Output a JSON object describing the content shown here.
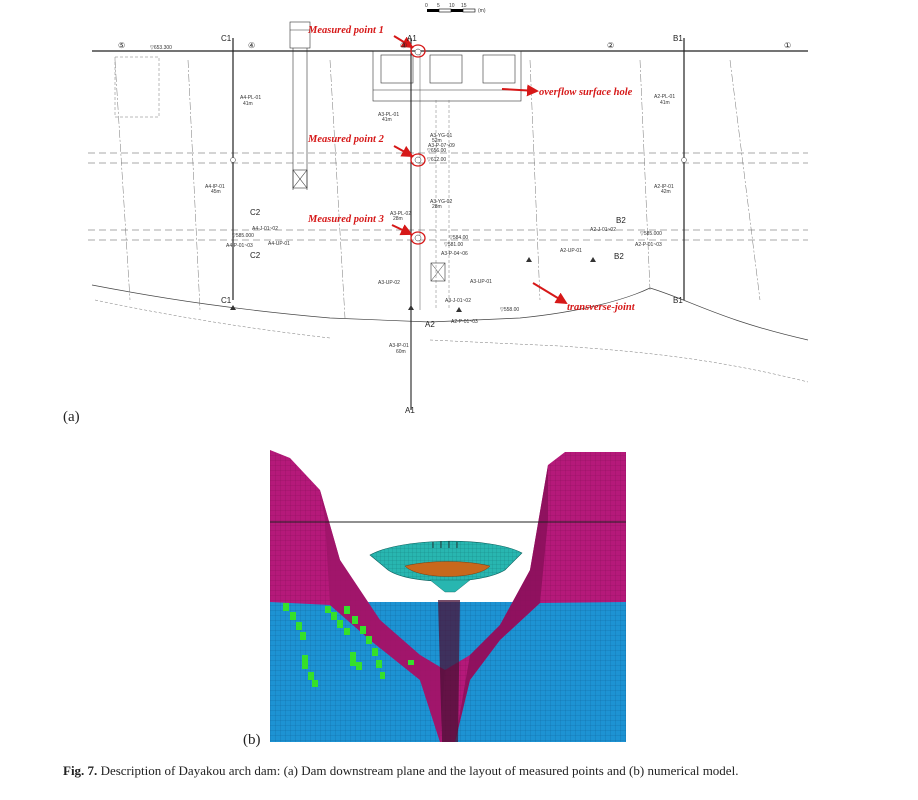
{
  "panel_a": {
    "label": "(a)",
    "scale_ticks": [
      "0",
      "5",
      "10",
      "15"
    ],
    "scale_unit": "(m)",
    "annotations": {
      "measured_point_1": "Measured point 1",
      "measured_point_2": "Measured point 2",
      "measured_point_3": "Measured point 3",
      "overflow": "overflow surface hole",
      "transverse": "transverse-joint"
    },
    "sections": {
      "c1_top": "C1",
      "c1_bot": "C1",
      "a1_top": "A1",
      "a1_bot": "A1",
      "a2": "A2",
      "b1_top": "B1",
      "b1_bot": "B1",
      "b2": "B2",
      "b2b": "B2",
      "c2": "C2",
      "c2b": "C2"
    },
    "axis_numbers": [
      "⑤",
      "④",
      "③",
      "②",
      "①"
    ],
    "elevations": {
      "top": "▽653.300",
      "el_612": "▽612.00",
      "el_656": "▽656.00",
      "el_585_left": "▽585.000",
      "el_585_right": "▽585.000",
      "el_584": "▽584.00",
      "el_581": "▽581.00",
      "el_558": "▽558.00"
    },
    "instruments": {
      "a4_pl_01": "A4-PL-01",
      "a4_pl_01_d": "41m",
      "a4_ip_01": "A4-IP-01",
      "a4_ip_01_d": "45m",
      "a4_j": "A4-J-01~02",
      "a4_p": "A4-P-01~03",
      "a4_up": "A4-UP-01",
      "a3_pl_01": "A3-PL-01",
      "a3_pl_01_d": "41m",
      "a3_yg_01": "A3-YG-01",
      "a3_yg_01_d": "52m",
      "a3_p_07": "A3-P-07~09",
      "a3_pl_02": "A3-PL-02",
      "a3_pl_02_d": "28m",
      "a3_yg_02": "A3-YG-02",
      "a3_yg_02_d": "28m",
      "a3_p_04": "A3-P-04~06",
      "a3_up_02": "A3-UP-02",
      "a3_up_01": "A3-UP-01",
      "a3_j": "A3-J-01~02",
      "a3_p_01_03": "A2-P-01~03",
      "a3_ip_01": "A3-IP-01",
      "a3_ip_01_d": "60m",
      "a2_pl_01": "A2-PL-01",
      "a2_pl_01_d": "41m",
      "a2_ip_01": "A2-IP-01",
      "a2_ip_01_d": "42m",
      "a2_j": "A2-J-01~02",
      "a2_p": "A2-P-01~03",
      "a2_up": "A2-UP-01"
    }
  },
  "panel_b": {
    "label": "(b)"
  },
  "caption": {
    "prefix": "Fig. 7.",
    "text": "Description of Dayakou arch dam: (a) Dam downstream plane and the layout of measured points and (b) numerical model."
  },
  "colors": {
    "red_annotation": "#d61818",
    "rock_upper": "#b5197a",
    "rock_lower": "#1d93d3",
    "dam_cyan": "#28b6b0",
    "dam_orange": "#c8681c",
    "soft_zone_green": "#35e02a"
  }
}
